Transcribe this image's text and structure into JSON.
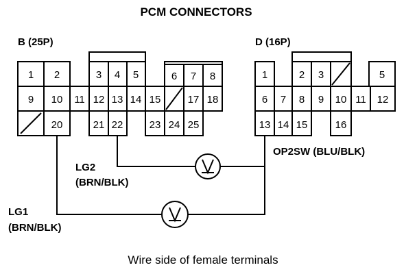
{
  "title": "PCM CONNECTORS",
  "caption": "Wire side of female terminals",
  "connector_b": {
    "label": "B (25P)",
    "pins": [
      "1",
      "2",
      "3",
      "4",
      "5",
      "6",
      "7",
      "8",
      "9",
      "10",
      "11",
      "12",
      "13",
      "14",
      "15",
      "17",
      "18",
      "20",
      "21",
      "22",
      "23",
      "24",
      "25"
    ]
  },
  "connector_d": {
    "label": "D (16P)",
    "pins": [
      "1",
      "2",
      "3",
      "5",
      "6",
      "7",
      "8",
      "9",
      "10",
      "11",
      "12",
      "13",
      "14",
      "15",
      "16"
    ]
  },
  "wires": {
    "lg2_name": "LG2",
    "lg2_color": "(BRN/BLK)",
    "lg1_name": "LG1",
    "lg1_color": "(BRN/BLK)",
    "op2sw_label": "OP2SW (BLU/BLK)"
  },
  "icons": [
    "voltmeter-icon"
  ]
}
